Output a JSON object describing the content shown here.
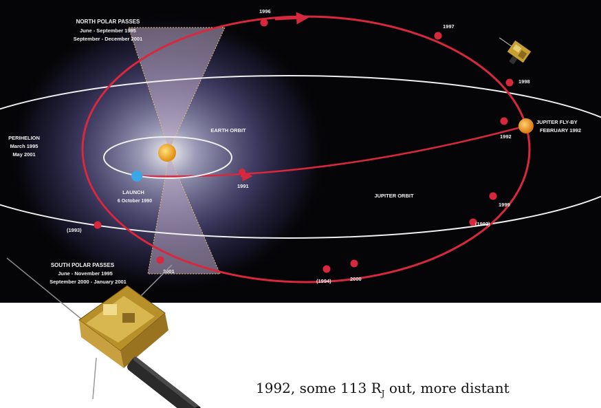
{
  "labels": {
    "north_title": "NORTH POLAR PASSES",
    "north_line1": "June - September 1995",
    "north_line2": "September - December 2001",
    "perihelion_title": "PERIHELION",
    "perihelion_line1": "March 1995",
    "perihelion_line2": "May 2001",
    "earth_orbit": "EARTH ORBIT",
    "launch_title": "LAUNCH",
    "launch_date": "6 October 1990",
    "jupiter_orbit": "JUPITER ORBIT",
    "flyby_line1": "JUPITER FLY-BY",
    "flyby_line2": "FEBRUARY 1992",
    "south_title": "SOUTH POLAR PASSES",
    "south_line1": "June - November 1995",
    "south_line2": "September 2000 - January 2001"
  },
  "years": {
    "y1996": "1996",
    "y1997": "1997",
    "y1998": "1998",
    "y1992": "1992",
    "y1991": "1991",
    "y1999": "1999",
    "y1993p": "(1993)",
    "y1993b": "(1993)",
    "y1994p": "(1994)",
    "y2000": "2000",
    "y2001": "2001"
  },
  "caption": {
    "line1_a": "1992, some 113 R",
    "line1_sub": "J",
    "line1_b": " out, more distant"
  },
  "colors": {
    "space": "#050507",
    "ulysses_orbit": "#d8283e",
    "planet_orbit": "#f0f0f0",
    "sun": "#f2b11e",
    "earth": "#3aa7e8",
    "jupiter": "#f0a020",
    "polar_cone": "#b9a8c2"
  }
}
